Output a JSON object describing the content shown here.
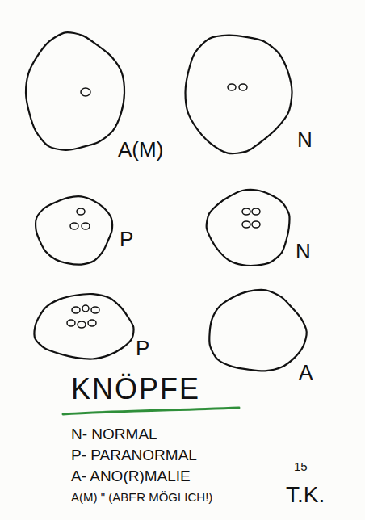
{
  "diagram": {
    "title": "KNÖPFE",
    "nodes": [
      {
        "text": [
          "A(M)"
        ]
      },
      {
        "text": [
          "N"
        ]
      },
      {
        "text": [
          "P"
        ]
      },
      {
        "text": [
          "N"
        ]
      },
      {
        "text": [
          "P"
        ]
      },
      {
        "text": [
          "A"
        ]
      }
    ],
    "labels": [
      "N- NORMAL",
      "P- PARANORMAL",
      "A- ANO(R)MALIE",
      "A(M) \" (ABER MÖGLICH!)",
      "15",
      "T.K."
    ]
  }
}
